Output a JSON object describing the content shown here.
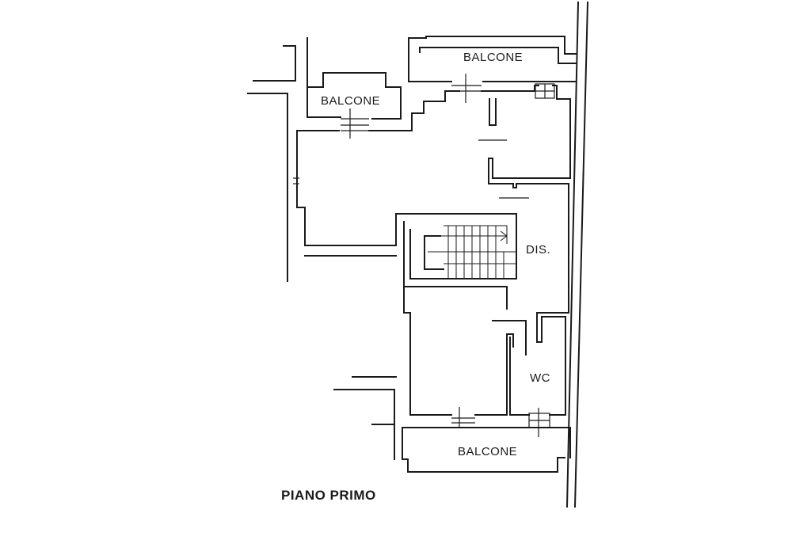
{
  "plan": {
    "title": "PIANO PRIMO",
    "rooms": {
      "balcone_top_right": "BALCONE",
      "balcone_top_left": "BALCONE",
      "disimpegno": "DIS.",
      "wc": "WC",
      "balcone_bottom": "BALCONE"
    }
  }
}
